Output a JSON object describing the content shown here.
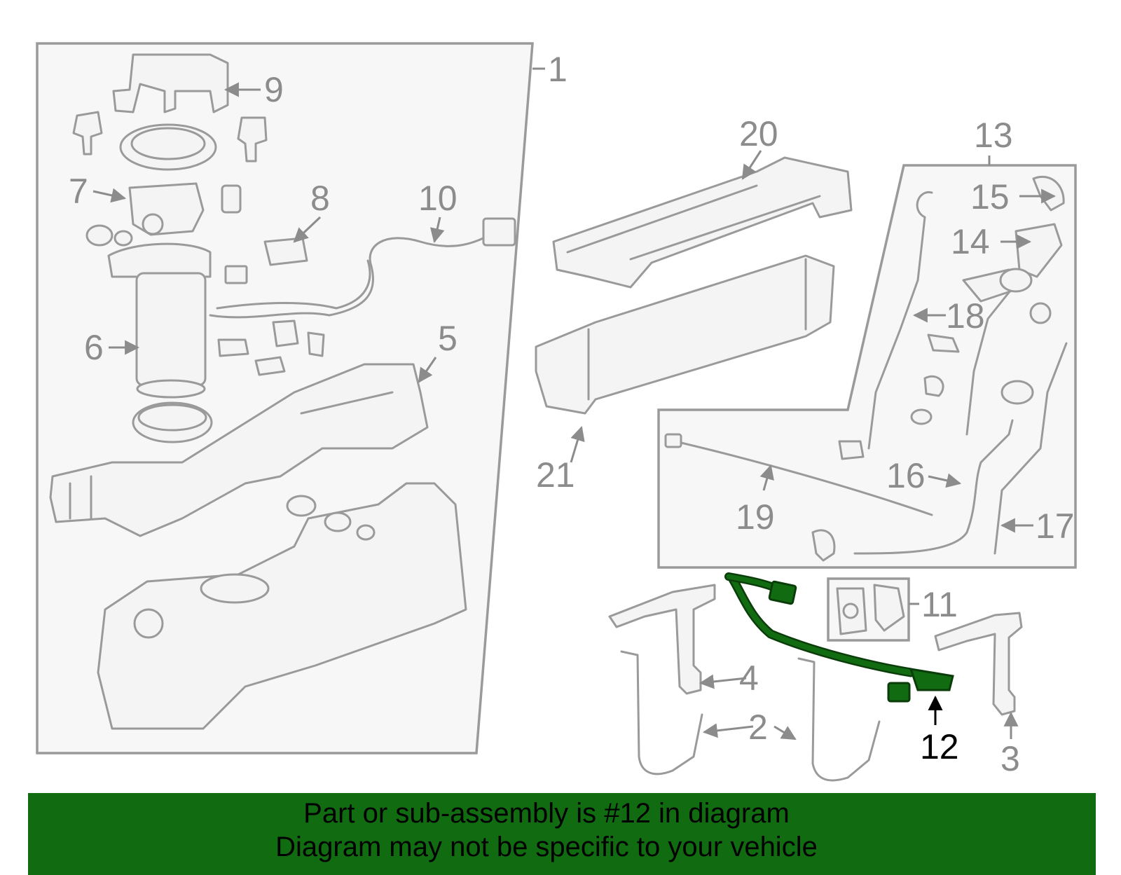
{
  "diagram": {
    "part_labels": [
      "1",
      "2",
      "3",
      "4",
      "5",
      "6",
      "7",
      "8",
      "9",
      "10",
      "11",
      "12",
      "13",
      "14",
      "15",
      "16",
      "17",
      "18",
      "19",
      "20",
      "21"
    ],
    "highlighted_part": "12",
    "highlight_color": "#116b11",
    "line_color": "#9a9a9a",
    "label_color": "#8c8c8c"
  },
  "banner": {
    "line1": "Part or sub-assembly is #12 in diagram",
    "line2": "Diagram may not be specific to your vehicle",
    "background": "#116b11"
  }
}
